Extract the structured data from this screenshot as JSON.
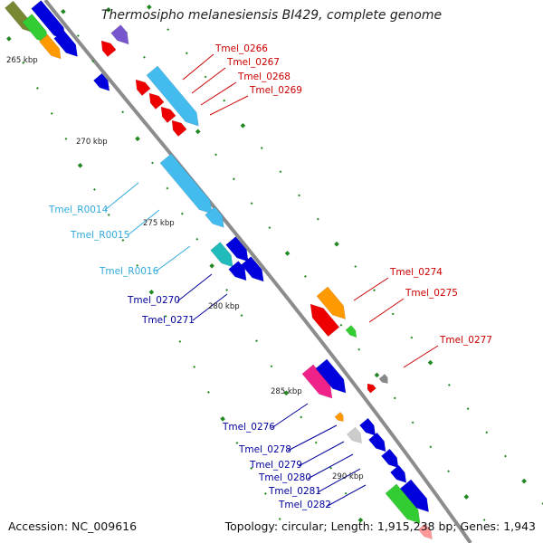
{
  "title": "Thermosipho melanesiensis BI429, complete genome",
  "footer": {
    "accession": "Accession: NC_009616",
    "topology": "Topology: circular; Length: 1,915,238 bp; Genes: 1,943"
  },
  "scale_labels": [
    "265 kbp",
    "270 kbp",
    "275 kbp",
    "280 kbp",
    "285 kbp",
    "290 kbp"
  ],
  "gene_labels": [
    {
      "text": "Tmel_0266",
      "color": "#cc0000"
    },
    {
      "text": "Tmel_0267",
      "color": "#cc0000"
    },
    {
      "text": "Tmel_0268",
      "color": "#cc0000"
    },
    {
      "text": "Tmel_0269",
      "color": "#cc0000"
    },
    {
      "text": "Tmel_R0014",
      "color": "#33aadd"
    },
    {
      "text": "Tmel_R0015",
      "color": "#33aadd"
    },
    {
      "text": "Tmel_R0016",
      "color": "#33aadd"
    },
    {
      "text": "Tmel_0270",
      "color": "#000099"
    },
    {
      "text": "Tmel_0271",
      "color": "#000099"
    },
    {
      "text": "Tmel_0274",
      "color": "#cc0000"
    },
    {
      "text": "Tmel_0275",
      "color": "#cc0000"
    },
    {
      "text": "Tmel_0277",
      "color": "#cc0000"
    },
    {
      "text": "Tmel_0276",
      "color": "#000099"
    },
    {
      "text": "Tmel_0278",
      "color": "#000099"
    },
    {
      "text": "Tmel_0279",
      "color": "#000099"
    },
    {
      "text": "Tmel_0280",
      "color": "#000099"
    },
    {
      "text": "Tmel_0281",
      "color": "#000099"
    },
    {
      "text": "Tmel_0282",
      "color": "#000099"
    }
  ],
  "colors": {
    "backbone": "#8c8c8c",
    "red": "#ee0000",
    "blue": "#0000dd",
    "cyan": "#44bbee",
    "green": "#33cc33",
    "orange": "#ff9900",
    "magenta": "#ee2288",
    "purple": "#7755cc",
    "teal": "#22bbbb",
    "olive": "#778833",
    "tick": "#228822"
  }
}
